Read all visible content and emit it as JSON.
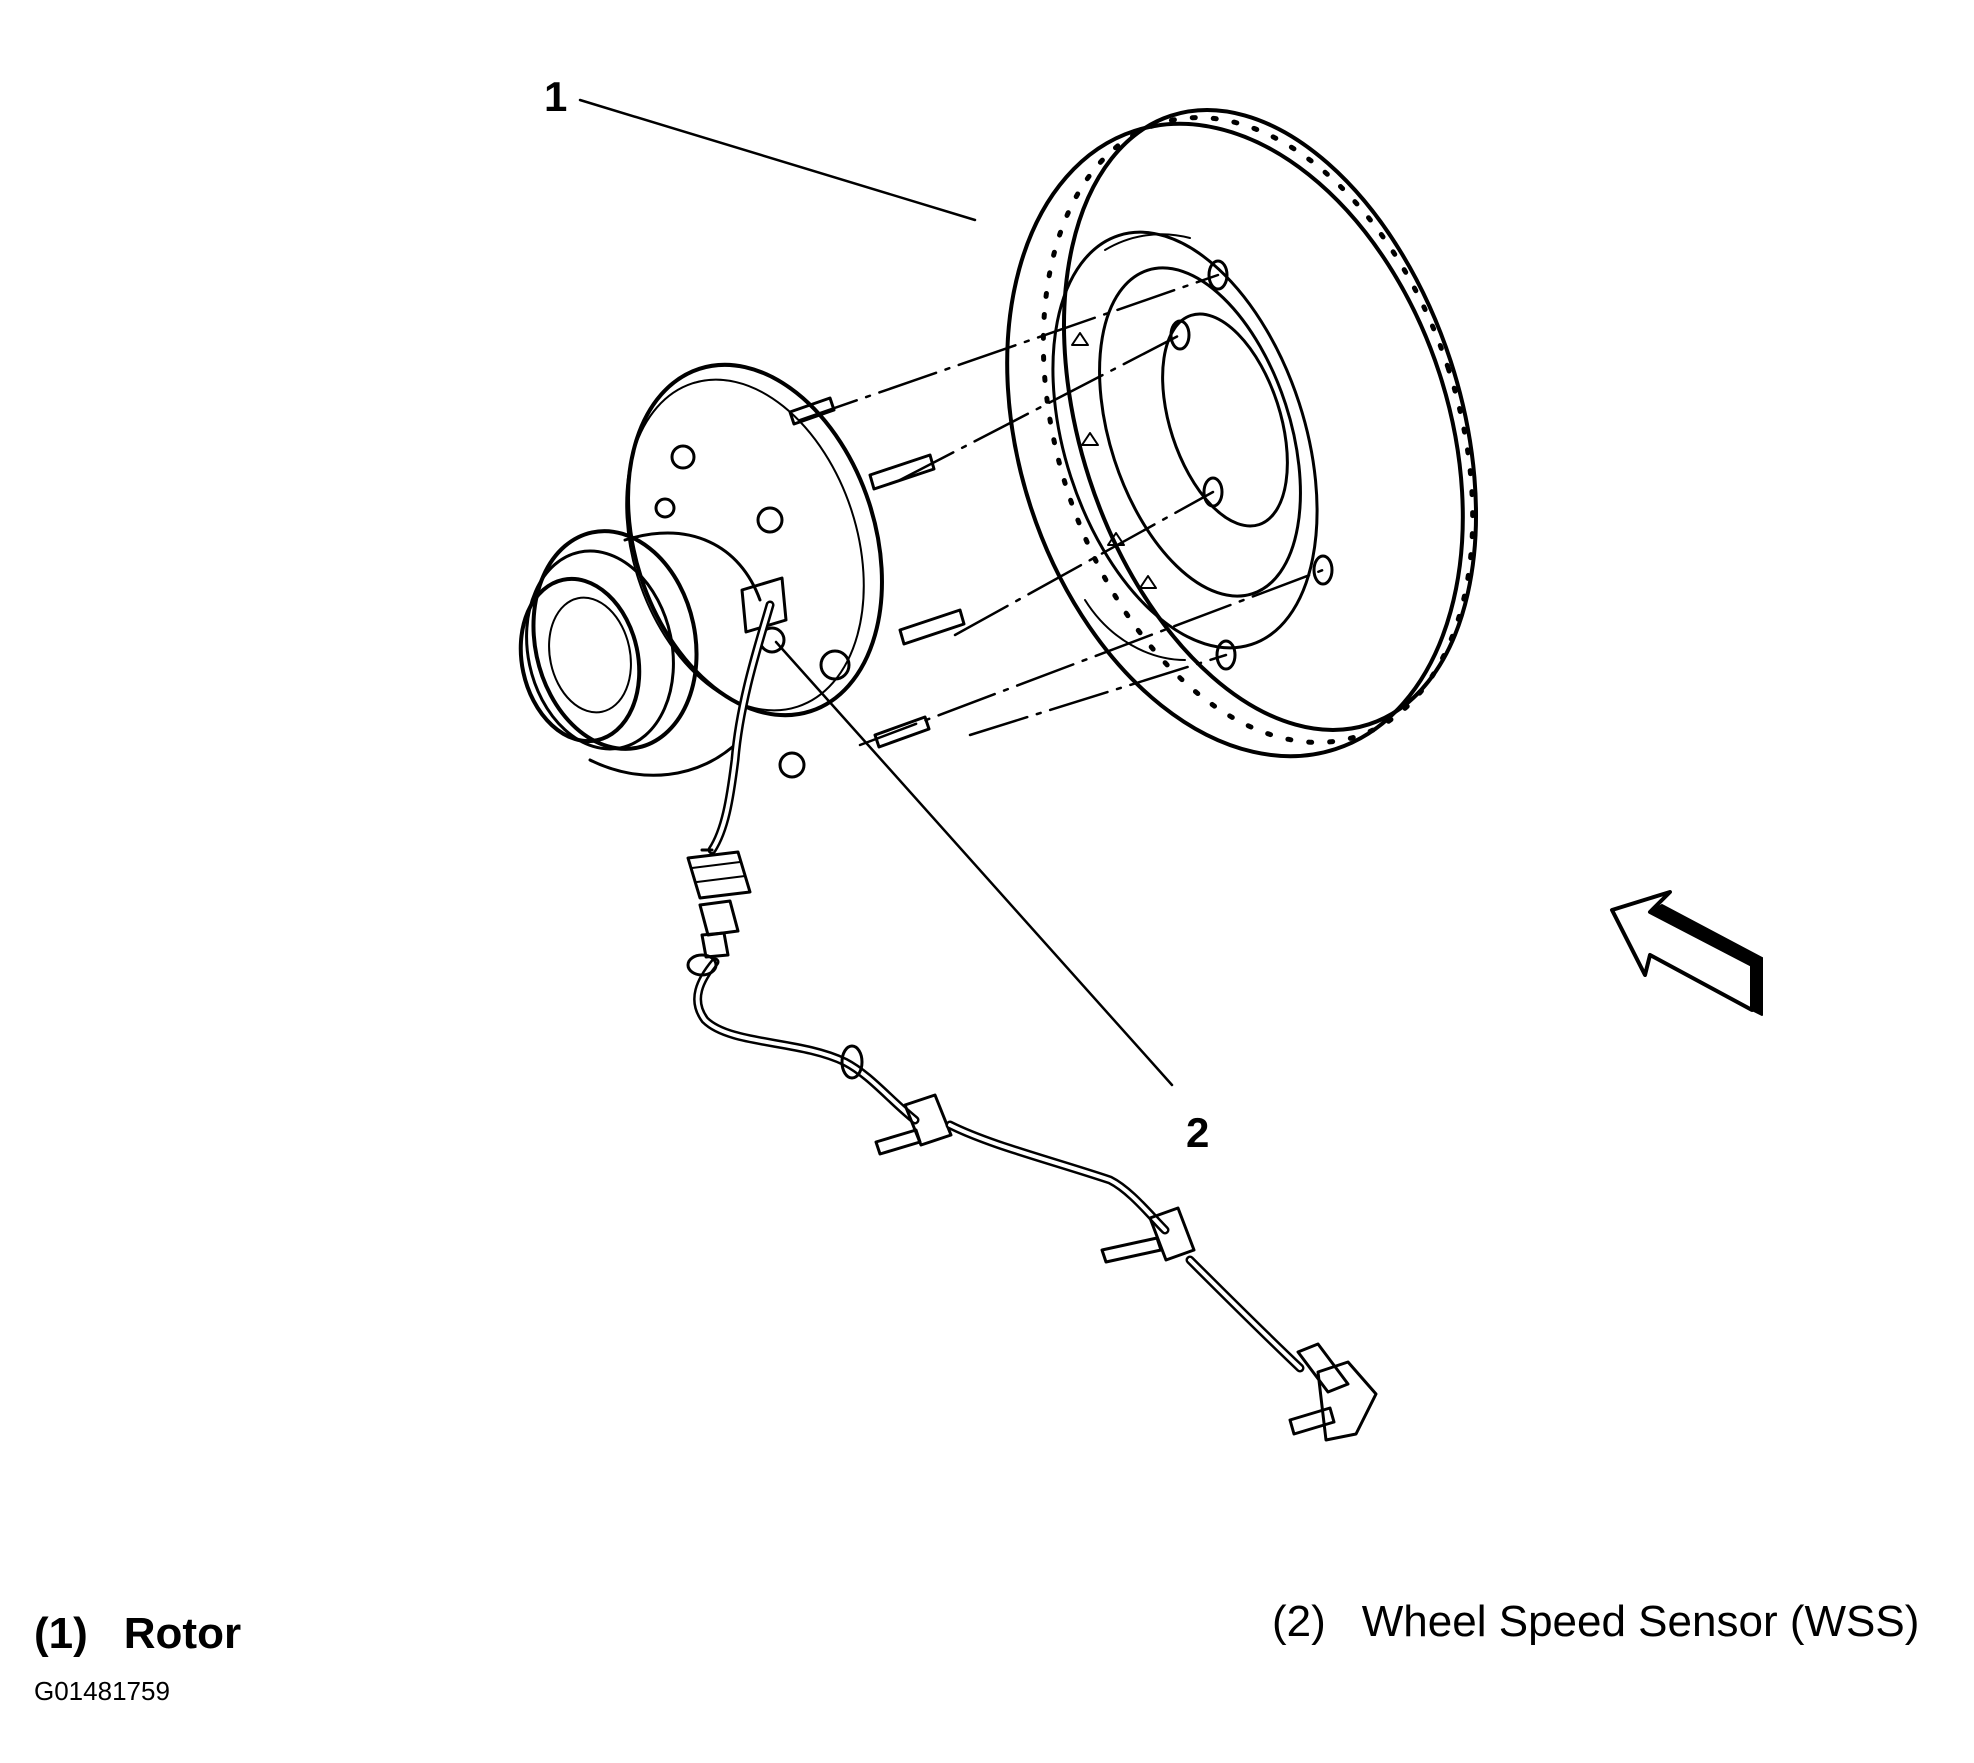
{
  "callouts": [
    {
      "number": "1"
    },
    {
      "number": "2"
    }
  ],
  "legend": [
    {
      "number": "(1)",
      "label": "Rotor"
    },
    {
      "number": "(2)",
      "label": "Wheel Speed Sensor (WSS)"
    }
  ],
  "figure_id": "G01481759",
  "colors": {
    "line": "#000000",
    "background": "#ffffff"
  }
}
